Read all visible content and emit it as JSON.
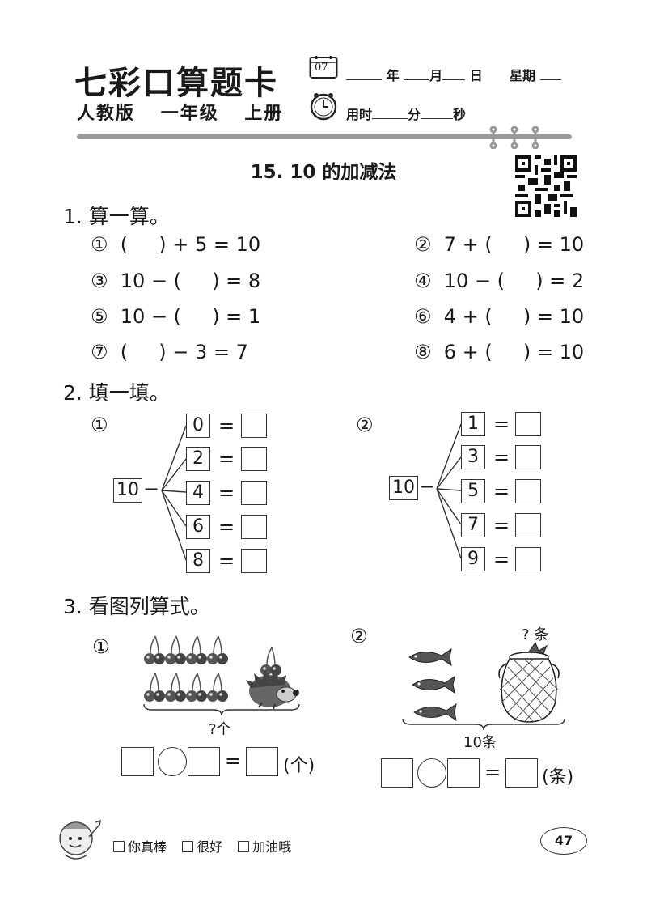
{
  "header": {
    "brand": "七彩口算题卡",
    "edition": "人教版",
    "grade": "一年级",
    "volume": "上册",
    "calendar_day": "07",
    "date_year": "年",
    "date_month": "月",
    "date_day": "日",
    "weekday": "星期",
    "time_used": "用时",
    "minutes": "分",
    "seconds": "秒"
  },
  "lesson_title": "15.  10 的加减法",
  "section1": {
    "heading": "1. 算一算。",
    "items": [
      "①  (     ) + 5 = 10",
      "②  7 + (     ) = 10",
      "③  10 − (     ) = 8",
      "④  10 − (     ) = 2",
      "⑤  10 − (     ) = 1",
      "⑥  4 + (     ) = 10",
      "⑦  (     ) − 3 = 7",
      "⑧  6 + (     ) = 10"
    ]
  },
  "section2": {
    "heading": "2. 填一填。",
    "groups": [
      {
        "label": "①",
        "start": "10",
        "op": "−",
        "numbers": [
          "0",
          "2",
          "4",
          "6",
          "8"
        ],
        "eq": "="
      },
      {
        "label": "②",
        "start": "10",
        "op": "−",
        "numbers": [
          "1",
          "3",
          "5",
          "7",
          "9"
        ],
        "eq": "="
      }
    ]
  },
  "section3": {
    "heading": "3. 看图列算式。",
    "problem1": {
      "label": "①",
      "question": "?个",
      "eq": "=",
      "unit": "(个)"
    },
    "problem2": {
      "label": "②",
      "top_label": "? 条",
      "total": "10条",
      "eq": "=",
      "unit": "(条)"
    }
  },
  "footer": {
    "evaluations": [
      "你真棒",
      "很好",
      "加油哦"
    ],
    "page_number": "47"
  },
  "colors": {
    "ink": "#1a1a1a",
    "rule": "#9a9a9a"
  }
}
